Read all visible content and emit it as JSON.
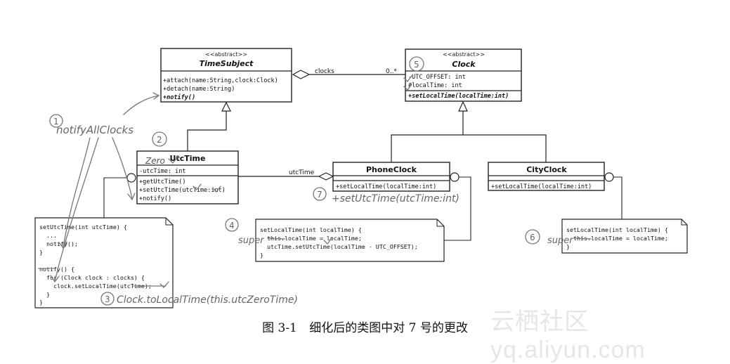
{
  "classes": {
    "time_subject": {
      "stereotype": "<<abstract>>",
      "name": "TimeSubject",
      "methods": [
        "+attach(name:String,clock:Clock)",
        "+detach(name:String)",
        "+notify()"
      ]
    },
    "clock": {
      "stereotype": "<<abstract>>",
      "name": "Clock",
      "attributes": [
        "-UTC_OFFSET: int",
        "#localTime: int"
      ],
      "methods": [
        "+setLocalTime(localTime:int)"
      ]
    },
    "utc_time": {
      "name": "UtcTime",
      "attributes": [
        "-utcTime: int"
      ],
      "methods": [
        "+getUtcTime()",
        "+setUtcTime(utcTime:int)",
        "+notify()"
      ]
    },
    "phone_clock": {
      "name": "PhoneClock",
      "methods": [
        "+setLocalTime(localTime:int)"
      ]
    },
    "city_clock": {
      "name": "CityClock",
      "methods": [
        "+setLocalTime(localTime:int)"
      ]
    }
  },
  "associations": {
    "clocks_role": "clocks",
    "clocks_multiplicity": "0..*",
    "utc_role": "utcTime"
  },
  "notes": {
    "utc_note": [
      "setUtcTime(int utcTime) {",
      "  ...",
      "  notify();",
      "}",
      "",
      "notify() {",
      "  for (Clock clock : clocks) {",
      "    clock.setLocalTime(utcTime);",
      "  }",
      "}"
    ],
    "phone_note": [
      "setLocalTime(int localTime) {",
      "  this.localTime = localTime;",
      "  utcTime.setUtcTime(localTime - UTC_OFFSET);",
      "}"
    ],
    "city_note": [
      "setLocalTime(int localTime) {",
      "  this.localTime = localTime;",
      "}"
    ]
  },
  "handwriting": {
    "n1": "1",
    "notify_all_clocks": "notifyAllClocks",
    "n2": "2",
    "zero": "Zero",
    "n3": "3",
    "clock_to_local": "Clock.toLocalTime(this.utcZeroTime)",
    "n4": "4",
    "super_phone": "super",
    "n5": "5",
    "n6": "6",
    "super_city": "super",
    "n7": "7",
    "set_utc_time": "+setUtcTime(utcTime:int)"
  },
  "caption": {
    "figure": "图 3-1",
    "text": "细化后的类图中对 7 号的更改"
  },
  "watermark": "云栖社区 yq.aliyun.com"
}
